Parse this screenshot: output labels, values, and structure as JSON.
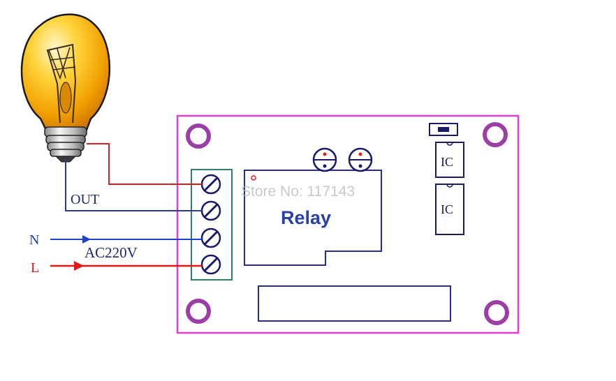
{
  "labels": {
    "out": "OUT",
    "n": "N",
    "l": "L",
    "ac": "AC220V",
    "relay": "Relay",
    "ic1": "IC",
    "ic2": "IC"
  },
  "watermark": "Store No: 117143",
  "colors": {
    "board_outline": "#e23fd0",
    "mount_hole": "#9b3fa6",
    "terminal_block": "#2f7f66",
    "component_outline": "#2a2f8f",
    "wire_out": "#d42222",
    "wire_com": "#2b3b8f",
    "arrow_n": "#2142c8",
    "arrow_l": "#e01818",
    "label_n": "#1a3fb0",
    "label_l": "#d01818",
    "bulb_glass": "#f5a300",
    "bulb_base": "#d9d9d9"
  },
  "icons": [
    "light-bulb-icon",
    "screw-terminal-icon",
    "mounting-hole-icon",
    "led-icon",
    "ic-chip-icon"
  ]
}
